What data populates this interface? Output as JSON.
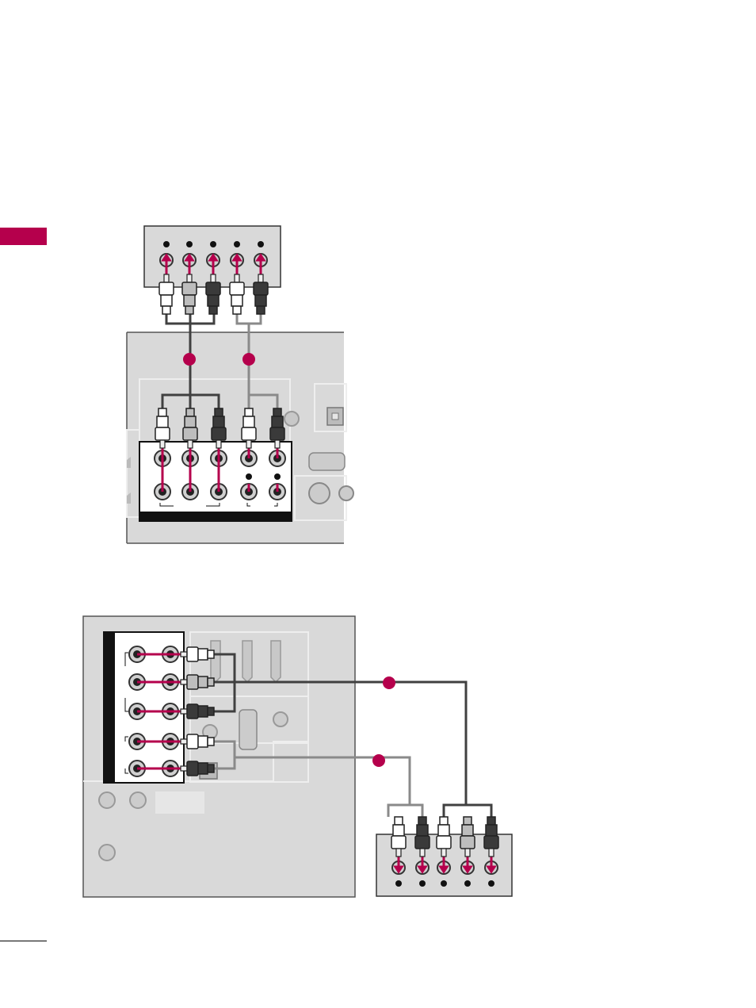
{
  "colors": {
    "accent": "#b5004c",
    "panel": "#d9d9d9",
    "panel_stroke": "#333333",
    "cable_dark": "#404040",
    "cable_light": "#8a8a8a",
    "plug_white": "#ffffff",
    "plug_gray": "#bdbdbd",
    "plug_black": "#3a3a3a"
  },
  "diagram_1": {
    "device_plugs": [
      "white",
      "gray",
      "black",
      "white",
      "black"
    ],
    "tv_plugs": [
      "white",
      "gray",
      "black",
      "white",
      "black"
    ]
  },
  "diagram_2": {
    "tv_plugs": [
      "white",
      "gray",
      "black",
      "white",
      "black"
    ],
    "device_plugs": [
      "white",
      "black",
      "white",
      "gray",
      "black"
    ]
  }
}
